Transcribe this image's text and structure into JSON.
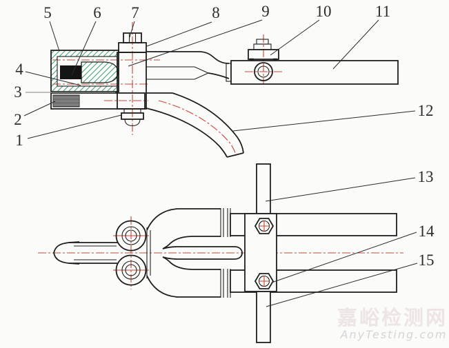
{
  "diagram": {
    "type": "engineering-two-view-drawing",
    "subject": "hand riveting tool assembly, side section view (top) and plan view (bottom) with numbered parts",
    "part_numbers": [
      "1",
      "2",
      "3",
      "4",
      "5",
      "6",
      "7",
      "8",
      "9",
      "10",
      "11",
      "12",
      "13",
      "14",
      "15"
    ]
  },
  "watermark": {
    "chinese": "嘉峪检测网",
    "latin": "AnyTesting.com"
  },
  "colors": {
    "background": "#fbfbfa",
    "line_black": "#1e1e1e",
    "centerline_red": "#cc4433",
    "hatch_green": "#3f9f72",
    "solid_fill_black": "#141414",
    "watermark_cn": "#ece5e4",
    "watermark_en": "#d6d4d4"
  }
}
